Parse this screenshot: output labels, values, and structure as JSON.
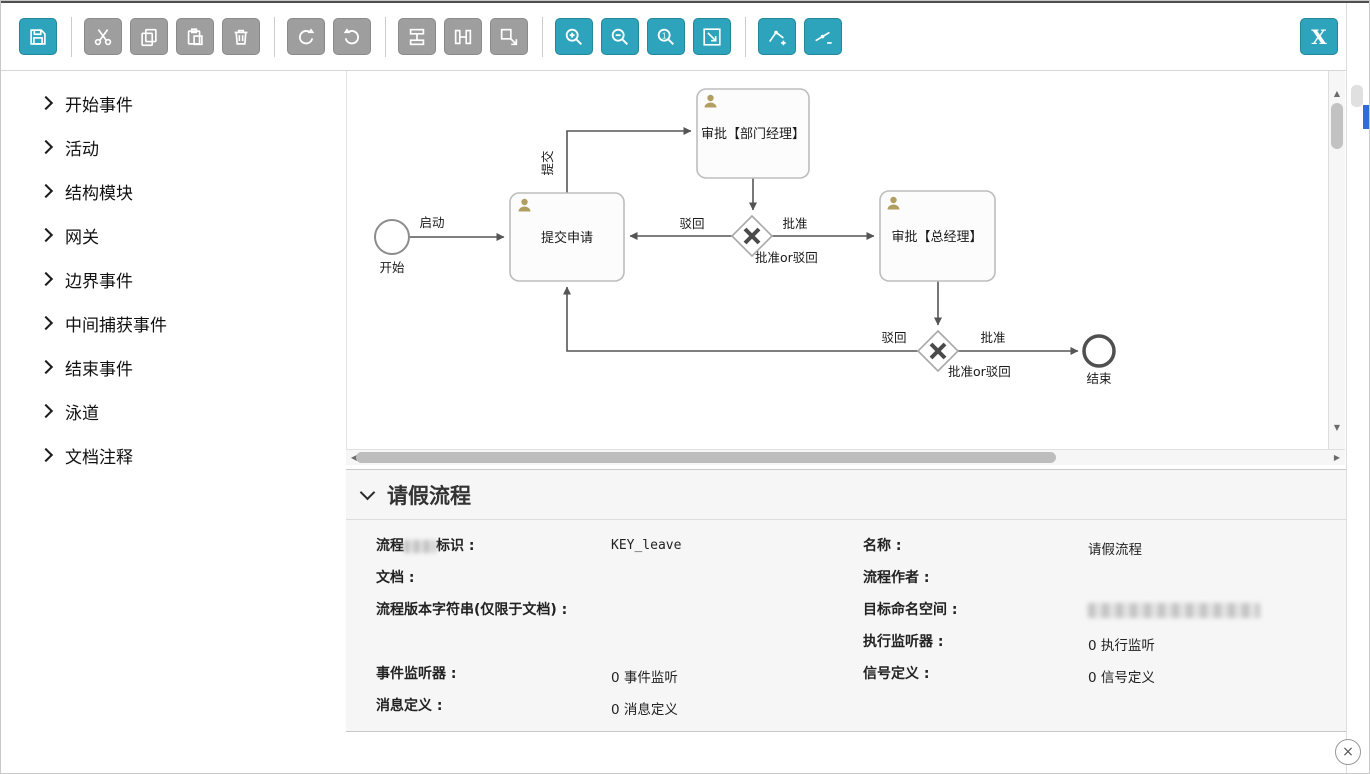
{
  "colors": {
    "accent": "#2da4bb",
    "disabled_button": "#9e9e9e",
    "line": "#555555",
    "person_icon": "#b19f62"
  },
  "toolbar": {
    "buttons": [
      {
        "name": "save",
        "icon": "floppy-disk-icon",
        "enabled": true
      },
      {
        "name": "cut",
        "icon": "scissors-icon",
        "enabled": false
      },
      {
        "name": "copy",
        "icon": "copy-icon",
        "enabled": false
      },
      {
        "name": "paste",
        "icon": "clipboard-icon",
        "enabled": false
      },
      {
        "name": "delete",
        "icon": "trash-icon",
        "enabled": false
      },
      {
        "name": "redo",
        "icon": "redo-arrow-icon",
        "enabled": false
      },
      {
        "name": "undo",
        "icon": "undo-arrow-icon",
        "enabled": false
      },
      {
        "name": "align-vertical",
        "icon": "align-vertical-icon",
        "enabled": false
      },
      {
        "name": "align-horizontal",
        "icon": "align-horizontal-icon",
        "enabled": false
      },
      {
        "name": "same-size",
        "icon": "resize-icon",
        "enabled": false
      },
      {
        "name": "zoom-in",
        "icon": "magnifier-plus-icon",
        "enabled": true
      },
      {
        "name": "zoom-out",
        "icon": "magnifier-minus-icon",
        "enabled": true
      },
      {
        "name": "zoom-actual",
        "icon": "magnifier-one-icon",
        "enabled": true
      },
      {
        "name": "zoom-fit",
        "icon": "fit-screen-icon",
        "enabled": true
      },
      {
        "name": "add-bendpoint",
        "icon": "bendpoint-add-icon",
        "enabled": true
      },
      {
        "name": "remove-bendpoint",
        "icon": "bendpoint-remove-icon",
        "enabled": true
      }
    ],
    "close_label": "X"
  },
  "palette": {
    "items": [
      "开始事件",
      "活动",
      "结构模块",
      "网关",
      "边界事件",
      "中间捕获事件",
      "结束事件",
      "泳道",
      "文档注释"
    ]
  },
  "diagram": {
    "start_label": "开始",
    "flow_start": "启动",
    "task_submit": "提交申请",
    "task_dept_manager": "审批【部门经理】",
    "task_general_manager": "审批【总经理】",
    "flow_submit": "提交",
    "flow_reject_1": "驳回",
    "flow_approve_1": "批准",
    "gateway1_label": "批准or驳回",
    "flow_reject_2": "驳回",
    "flow_approve_2": "批准",
    "gateway2_label": "批准or驳回",
    "end_label": "结束"
  },
  "properties": {
    "title": "请假流程",
    "left": [
      {
        "label_prefix": "流程",
        "label_suffix": "标识 :",
        "value": "KEY_leave"
      },
      {
        "label": "文档 :",
        "value": ""
      },
      {
        "label": "流程版本字符串(仅限于文档) :",
        "value": ""
      },
      {
        "label": "事件监听器 :",
        "value": "0 事件监听"
      },
      {
        "label": "消息定义 :",
        "value": "0 消息定义"
      }
    ],
    "right": [
      {
        "label": "名称 :",
        "value": "请假流程"
      },
      {
        "label": "流程作者 :",
        "value": ""
      },
      {
        "label": "目标命名空间 :",
        "value": "",
        "redacted": true
      },
      {
        "label": "执行监听器 :",
        "value": "0 执行监听"
      },
      {
        "label": "信号定义 :",
        "value": "0 信号定义"
      }
    ]
  },
  "icons": {
    "up": "▲",
    "down": "▼",
    "left": "◀",
    "right": "▶"
  },
  "page": {
    "close_symbol": "×"
  }
}
